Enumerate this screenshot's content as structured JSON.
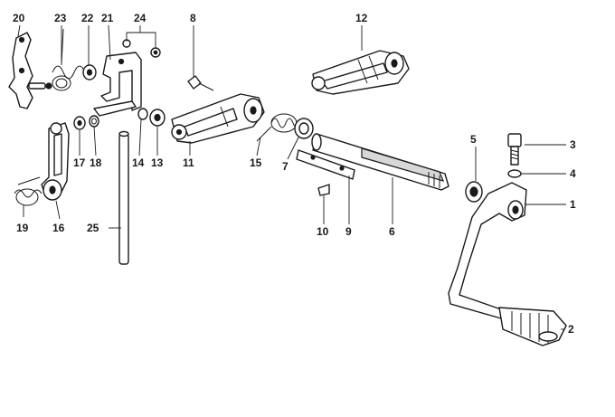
{
  "diagram": {
    "callouts": [
      {
        "id": "20",
        "label": "20"
      },
      {
        "id": "23",
        "label": "23"
      },
      {
        "id": "22",
        "label": "22"
      },
      {
        "id": "21",
        "label": "21"
      },
      {
        "id": "24",
        "label": "24"
      },
      {
        "id": "8",
        "label": "8"
      },
      {
        "id": "12",
        "label": "12"
      },
      {
        "id": "17",
        "label": "17"
      },
      {
        "id": "18",
        "label": "18"
      },
      {
        "id": "14",
        "label": "14"
      },
      {
        "id": "13",
        "label": "13"
      },
      {
        "id": "11",
        "label": "11"
      },
      {
        "id": "15",
        "label": "15"
      },
      {
        "id": "7",
        "label": "7"
      },
      {
        "id": "5",
        "label": "5"
      },
      {
        "id": "3",
        "label": "3"
      },
      {
        "id": "4",
        "label": "4"
      },
      {
        "id": "1",
        "label": "1"
      },
      {
        "id": "19",
        "label": "19"
      },
      {
        "id": "16",
        "label": "16"
      },
      {
        "id": "25",
        "label": "25"
      },
      {
        "id": "10",
        "label": "10"
      },
      {
        "id": "9",
        "label": "9"
      },
      {
        "id": "6",
        "label": "6"
      },
      {
        "id": "2",
        "label": "2"
      }
    ]
  }
}
